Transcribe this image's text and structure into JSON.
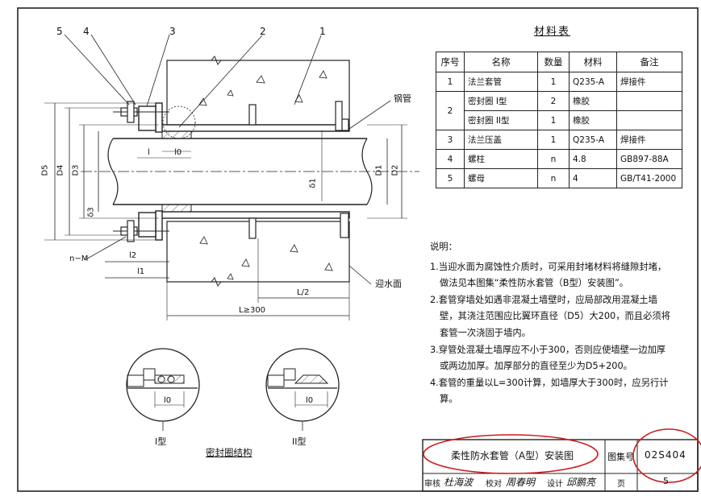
{
  "materials_table": {
    "title": "材料表",
    "headers": [
      "序号",
      "名称",
      "数量",
      "材料",
      "备注"
    ],
    "rows": [
      {
        "no": "1",
        "name": "法兰套管",
        "qty": "1",
        "material": "Q235-A",
        "note": "焊接件"
      },
      {
        "no": "2",
        "name": "密封圈  I型",
        "qty": "2",
        "material": "橡胶",
        "note": ""
      },
      {
        "no": "",
        "name": "密封圈  II型",
        "qty": "1",
        "material": "橡胶",
        "note": ""
      },
      {
        "no": "3",
        "name": "法兰压盖",
        "qty": "1",
        "material": "Q235-A",
        "note": "焊接件"
      },
      {
        "no": "4",
        "name": "螺柱",
        "qty": "n",
        "material": "4.8",
        "note": "GB897-88A"
      },
      {
        "no": "5",
        "name": "螺母",
        "qty": "n",
        "material": "4",
        "note": "GB/T41-2000"
      }
    ]
  },
  "notes": {
    "title": "说明：",
    "items": [
      "1.当迎水面为腐蚀性介质时，可采用封堵材料将缝隙封堵，做法见本图集“柔性防水套管（B型）安装图”。",
      "2.套管穿墙处如遇非混凝土墙壁时，应局部改用混凝土墙壁，其浇注范围应比翼环直径（D5）大200，而且必须将套管一次浇固于墙内。",
      "3.穿管处混凝土墙厚应不小于300，否则应使墙壁一边加厚或两边加厚。加厚部分的直径至少为D5+200。",
      "4.套管的重量以L=300计算，如墙厚大于300时，应另行计算。"
    ]
  },
  "drawing": {
    "callouts": [
      "5",
      "4",
      "3",
      "2",
      "1"
    ],
    "pipe_label": "钢管",
    "water_face": "迎水面",
    "dims": {
      "D5": "D5",
      "D4": "D4",
      "D3": "D3",
      "D1": "D1",
      "D2": "D2",
      "d1": "δ1",
      "d3": "δ3",
      "l": "l",
      "l0": "l0",
      "l1": "l1",
      "l2": "l2",
      "nM": "n−M",
      "L2": "L/2",
      "L300": "L≥300"
    },
    "detail_label_l0": "l0",
    "type1": "I型",
    "type2": "II型",
    "seal_structure": "密封圈结构"
  },
  "title_block": {
    "drawing_title": "柔性防水套管（A型）安装图",
    "atlas_label": "图集号",
    "atlas_no": "02S404",
    "review_label": "审核",
    "review_sign": "杜海波",
    "check_label": "校对",
    "check_sign": "周春明",
    "design_label": "设计",
    "design_sign": "邱鹏亮",
    "page_label": "页",
    "page_no": "5"
  },
  "colors": {
    "line": "#222222",
    "annotation": "#cc1a1a"
  }
}
